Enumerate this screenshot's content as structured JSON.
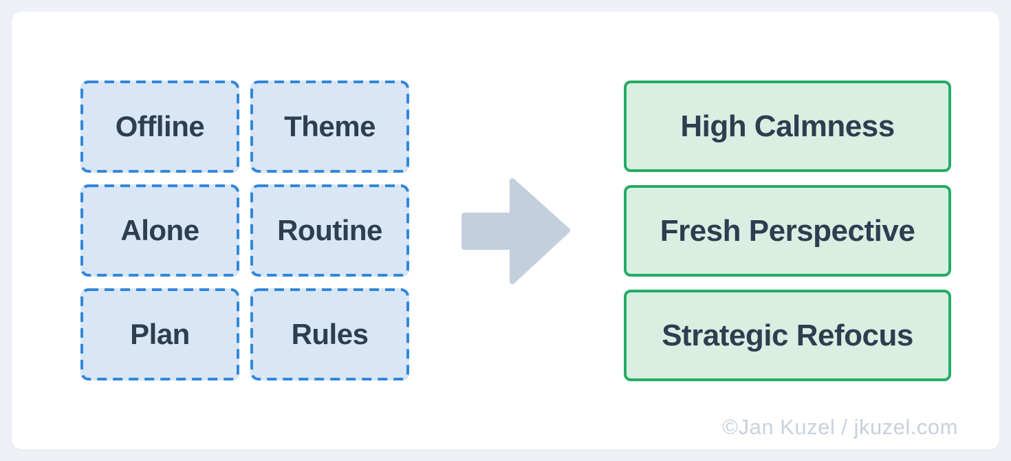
{
  "inputs": [
    "Offline",
    "Theme",
    "Alone",
    "Routine",
    "Plan",
    "Rules"
  ],
  "outputs": [
    "High Calmness",
    "Fresh Perspective",
    "Strategic Refocus"
  ],
  "watermark": "©Jan Kuzel / jkuzel.com",
  "colors": {
    "bg": "#edf0f4",
    "card": "#ffffff",
    "blue-fill": "#d8e6f5",
    "blue-border": "#3287da",
    "green-fill": "#d9efe2",
    "green-border": "#23ac64",
    "text": "#2d3e50",
    "arrow": "#c3cfdc",
    "muted": "#c7d1dc"
  }
}
